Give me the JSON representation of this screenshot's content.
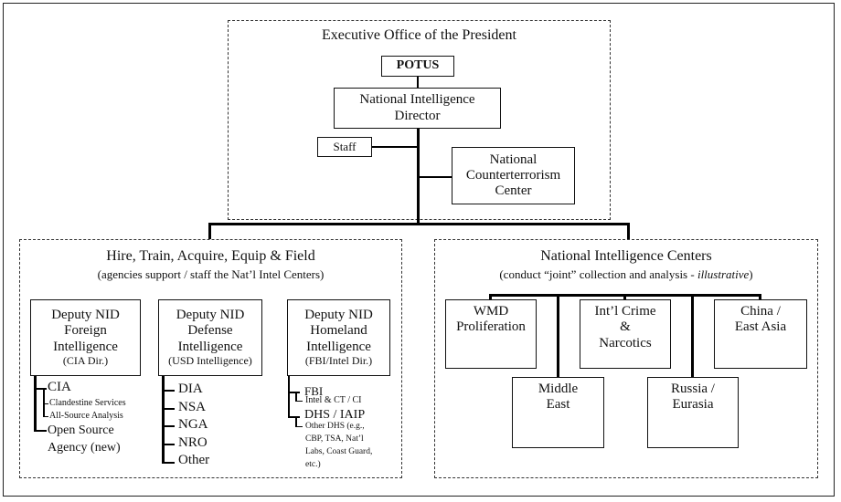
{
  "exec_office": {
    "title": "Executive Office of the President",
    "potus": "POTUS",
    "nid_line1": "National Intelligence",
    "nid_line2": "Director",
    "staff": "Staff",
    "nctc_line1": "National",
    "nctc_line2": "Counterterrorism",
    "nctc_line3": "Center"
  },
  "left_panel": {
    "title": "Hire, Train, Acquire, Equip & Field",
    "subtitle": "(agencies support / staff the Nat’l Intel Centers)",
    "deputies": [
      {
        "l1": "Deputy NID",
        "l2": "Foreign",
        "l3": "Intelligence",
        "sub": "(CIA Dir.)",
        "items": [
          {
            "text": "CIA"
          },
          {
            "text": "Clandestine Services"
          },
          {
            "text": "All-Source Analysis"
          },
          {
            "text": "Open Source"
          },
          {
            "text": "Agency (new)"
          }
        ]
      },
      {
        "l1": "Deputy NID",
        "l2": "Defense",
        "l3": "Intelligence",
        "sub": "(USD Intelligence)",
        "items": [
          {
            "text": "DIA"
          },
          {
            "text": "NSA"
          },
          {
            "text": "NGA"
          },
          {
            "text": "NRO"
          },
          {
            "text": "Other"
          }
        ]
      },
      {
        "l1": "Deputy NID",
        "l2": "Homeland",
        "l3": "Intelligence",
        "sub": "(FBI/Intel Dir.)",
        "items": [
          {
            "text": "FBI"
          },
          {
            "text": "Intel & CT / CI"
          },
          {
            "text": "DHS / IAIP"
          },
          {
            "text": "Other DHS (e.g.,"
          },
          {
            "text": "CBP, TSA, Nat’l"
          },
          {
            "text": "Labs, Coast Guard,"
          },
          {
            "text": "etc.)"
          }
        ]
      }
    ]
  },
  "right_panel": {
    "title": "National Intelligence Centers",
    "subtitle_main": "(conduct “joint” collection and analysis - ",
    "subtitle_italic": "illustrative",
    "subtitle_end": ")",
    "centers": {
      "wmd": {
        "l1": "WMD",
        "l2": "Proliferation"
      },
      "crime": {
        "l1": "Int’l Crime",
        "l2": "&",
        "l3": "Narcotics"
      },
      "china": {
        "l1": "China /",
        "l2": "East Asia"
      },
      "mideast": {
        "l1": "Middle",
        "l2": "East"
      },
      "russia": {
        "l1": "Russia /",
        "l2": "Eurasia"
      }
    }
  }
}
